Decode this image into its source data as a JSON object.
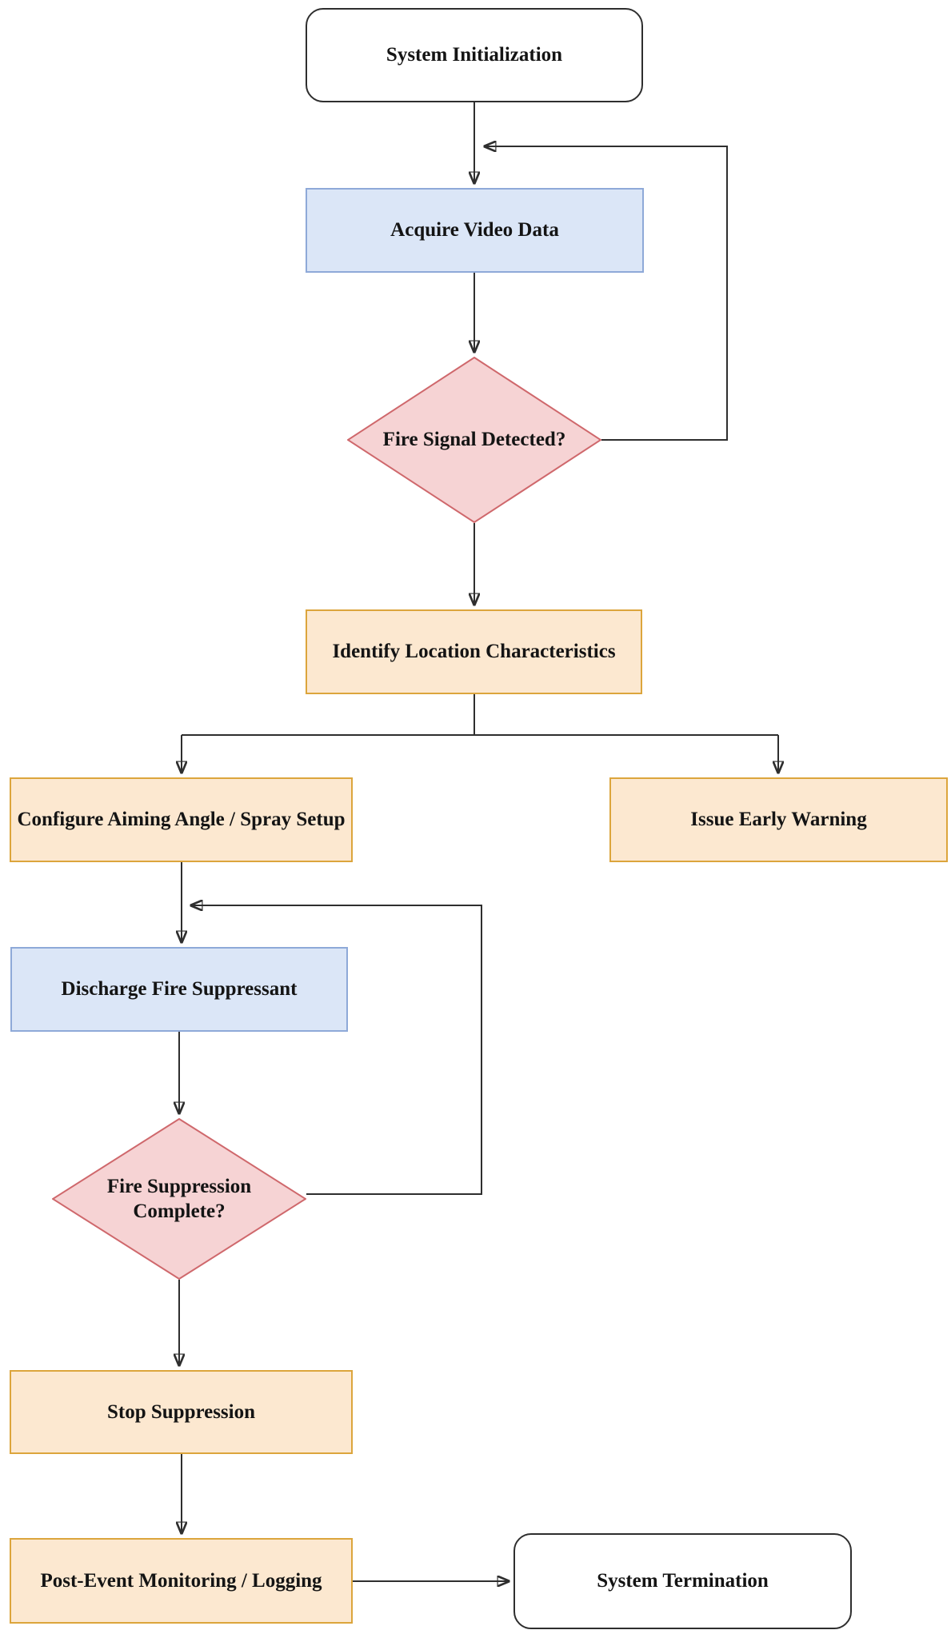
{
  "diagram": {
    "type": "flowchart",
    "nodes": [
      {
        "id": "system-initialization",
        "label": "System Initialization",
        "shape": "terminator"
      },
      {
        "id": "acquire-video-data",
        "label": "Acquire Video Data",
        "shape": "process-blue"
      },
      {
        "id": "fire-signal-detected",
        "label": "Fire Signal Detected?",
        "shape": "decision"
      },
      {
        "id": "identify-location-characteristics",
        "label": "Identify Location Characteristics",
        "shape": "process-orange"
      },
      {
        "id": "configure-aiming-angle",
        "label": "Configure Aiming Angle / Spray Setup",
        "shape": "process-orange"
      },
      {
        "id": "issue-early-warning",
        "label": "Issue Early Warning",
        "shape": "process-orange"
      },
      {
        "id": "discharge-fire-suppressant",
        "label": "Discharge Fire Suppressant",
        "shape": "process-blue"
      },
      {
        "id": "fire-suppression-complete",
        "label": "Fire Suppression Complete?",
        "shape": "decision"
      },
      {
        "id": "stop-suppression",
        "label": "Stop Suppression",
        "shape": "process-orange"
      },
      {
        "id": "post-event-monitoring",
        "label": "Post-Event Monitoring / Logging",
        "shape": "process-orange"
      },
      {
        "id": "system-termination",
        "label": "System Termination",
        "shape": "terminator"
      }
    ],
    "edges": [
      {
        "from": "system-initialization",
        "to": "acquire-video-data"
      },
      {
        "from": "acquire-video-data",
        "to": "fire-signal-detected"
      },
      {
        "from": "fire-signal-detected",
        "to": "acquire-video-data",
        "note": "loop via right side"
      },
      {
        "from": "fire-signal-detected",
        "to": "identify-location-characteristics"
      },
      {
        "from": "identify-location-characteristics",
        "to": "configure-aiming-angle"
      },
      {
        "from": "identify-location-characteristics",
        "to": "issue-early-warning"
      },
      {
        "from": "configure-aiming-angle",
        "to": "discharge-fire-suppressant"
      },
      {
        "from": "discharge-fire-suppressant",
        "to": "fire-suppression-complete"
      },
      {
        "from": "fire-suppression-complete",
        "to": "discharge-fire-suppressant",
        "note": "loop via right side"
      },
      {
        "from": "fire-suppression-complete",
        "to": "stop-suppression"
      },
      {
        "from": "stop-suppression",
        "to": "post-event-monitoring"
      },
      {
        "from": "post-event-monitoring",
        "to": "system-termination"
      }
    ],
    "colors": {
      "process_blue_fill": "#dbe6f7",
      "process_blue_border": "#8ea9d8",
      "process_orange_fill": "#fce8d0",
      "process_orange_border": "#dca53c",
      "decision_fill": "#f6d3d4",
      "decision_border": "#cf686c",
      "terminator_fill": "#ffffff",
      "terminator_border": "#2e2e2e",
      "connector": "#2e2e2e",
      "text": "#141414"
    }
  }
}
